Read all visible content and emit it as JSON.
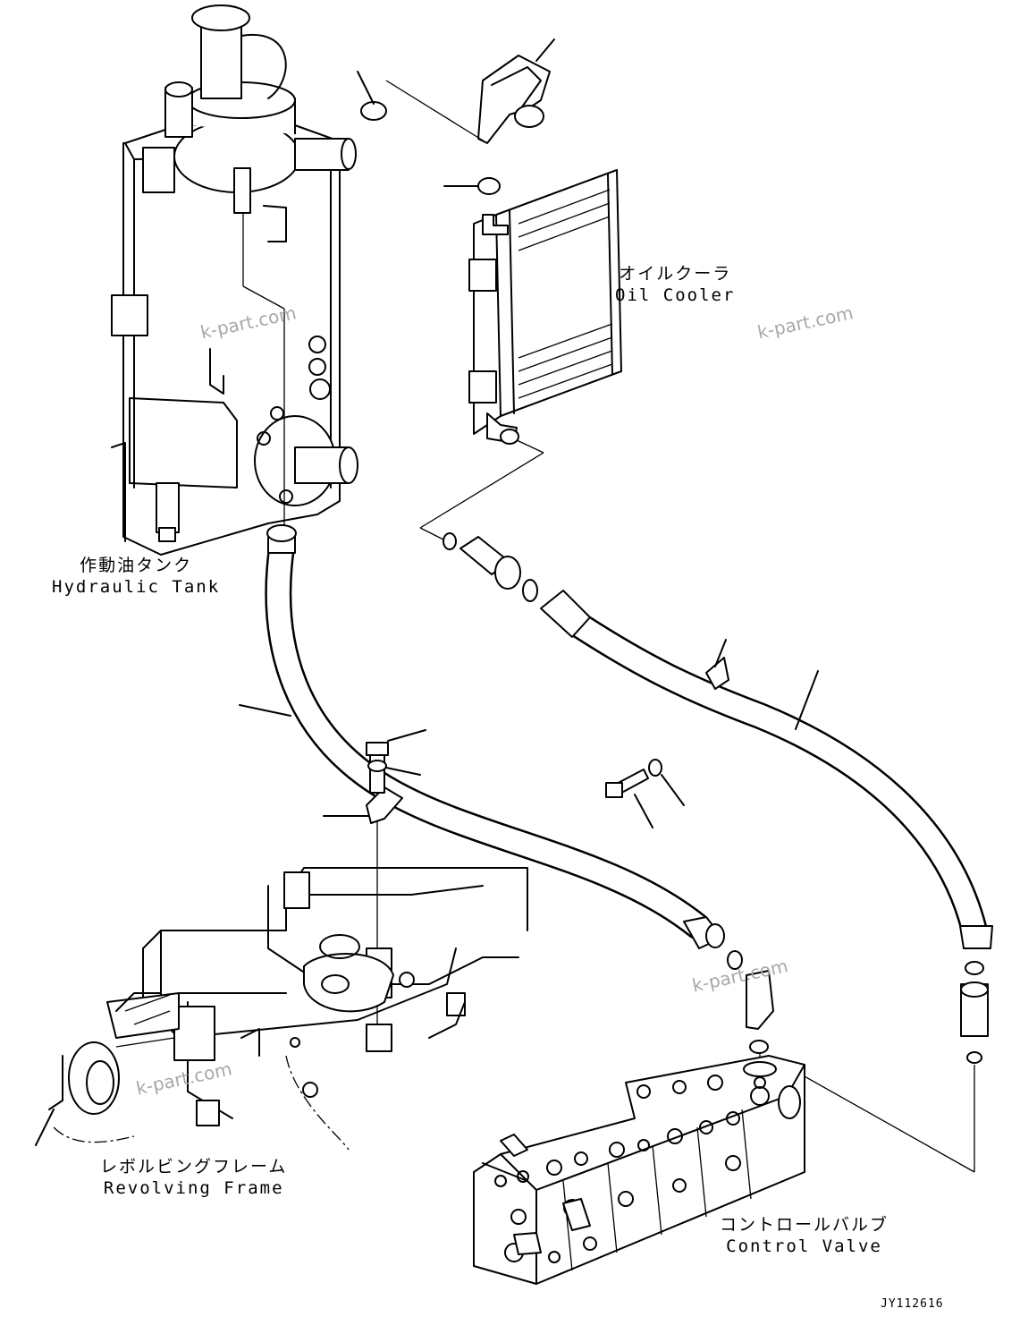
{
  "labels": {
    "oil_cooler": {
      "jp": "オイルクーラ",
      "en": "Oil Cooler"
    },
    "hydraulic_tank": {
      "jp": "作動油タンク",
      "en": "Hydraulic Tank"
    },
    "revolving_frame": {
      "jp": "レボルビングフレーム",
      "en": "Revolving Frame"
    },
    "control_valve": {
      "jp": "コントロールバルブ",
      "en": "Control Valve"
    }
  },
  "watermark": "k-part.com",
  "drawing_code": "JY112616"
}
